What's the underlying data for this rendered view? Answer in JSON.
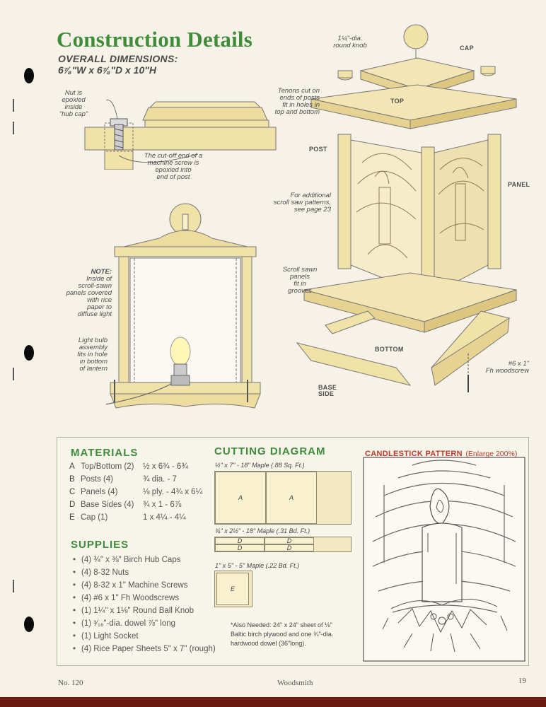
{
  "page": {
    "title": "Construction Details",
    "dims_label": "OVERALL DIMENSIONS:",
    "dims_value": "6⅞\"W x 6⅞\"D x 10\"H"
  },
  "callouts": {
    "nut": [
      "Nut is",
      "epoxied",
      "inside",
      "\"hub cap\""
    ],
    "cutoff": [
      "The cut-off end of a",
      "machine screw is",
      "epoxied into",
      "end of post"
    ],
    "note_head": "NOTE:",
    "note": [
      "Inside of",
      "scroll-sawn",
      "panels covered",
      "with rice",
      "paper to",
      "diffuse light"
    ],
    "bulb": [
      "Light bulb",
      "assembly",
      "fits in hole",
      "in bottom",
      "of lantern"
    ],
    "knob": [
      "1¼\"-dia.",
      "round knob"
    ],
    "cap": "CAP",
    "tenons": [
      "Tenons cut on",
      "ends of posts",
      "fit in holes in",
      "top and bottom"
    ],
    "top": "TOP",
    "post": "POST",
    "panel": "PANEL",
    "patterns": [
      "For additional",
      "scroll saw patterns,",
      "see page 23"
    ],
    "scrollsawn": [
      "Scroll sawn",
      "panels",
      "fit in",
      "grooves"
    ],
    "bottom": "BOTTOM",
    "base_side": [
      "BASE",
      "SIDE"
    ],
    "woodscrew": [
      "#6 x 1\"",
      "Fh woodscrew"
    ]
  },
  "materials": {
    "heading": "MATERIALS",
    "rows": [
      {
        "letter": "A",
        "name": "Top/Bottom (2)",
        "dims": "½ x 6¾ - 6¾"
      },
      {
        "letter": "B",
        "name": "Posts (4)",
        "dims": "¾ dia. - 7"
      },
      {
        "letter": "C",
        "name": "Panels (4)",
        "dims": "⅛ ply. - 4¾ x 6¼"
      },
      {
        "letter": "D",
        "name": "Base Sides (4)",
        "dims": "¾ x 1 - 6⅞"
      },
      {
        "letter": "E",
        "name": "Cap (1)",
        "dims": "1 x 4¼ - 4¼"
      }
    ]
  },
  "supplies": {
    "heading": "SUPPLIES",
    "items": [
      "(4) ¾\" x ⅜\" Birch Hub Caps",
      "(4) 8-32 Nuts",
      "(4) 8-32 x 1\" Machine Screws",
      "(4) #6 x 1\" Fh Woodscrews",
      "(1) 1¼\" x 1⅛\" Round Ball Knob",
      "(1) ³⁄₁₆\"-dia. dowel ⅞\" long",
      "(1) Light Socket",
      "(4) Rice Paper Sheets 5\" x 7\" (rough)"
    ]
  },
  "cutting": {
    "heading": "CUTTING DIAGRAM",
    "board1": "½\" x 7\" - 18\" Maple (.88 Sq. Ft.)",
    "board2": "¾\" x 2½\" - 18\" Maple (.31 Bd. Ft.)",
    "board3": "1\" x 5\" - 5\" Maple (.22 Bd. Ft.)",
    "piece_a": "A",
    "piece_d": "D",
    "piece_e": "E",
    "note": [
      "*Also Needed: 24\" x 24\" sheet of ⅛\"",
      "Baltic birch plywood and one ¾\"-dia.",
      "hardwood dowel (36\"long)."
    ]
  },
  "pattern": {
    "title": "CANDLESTICK PATTERN",
    "enlarge": "(Enlarge 200%)"
  },
  "footer": {
    "issue": "No. 120",
    "magazine": "Woodsmith",
    "page": "19"
  },
  "colors": {
    "heading_green": "#3f8c3a",
    "pattern_red": "#c0392b",
    "wood": "#f1e2a8",
    "page": "#f6f2e8"
  }
}
